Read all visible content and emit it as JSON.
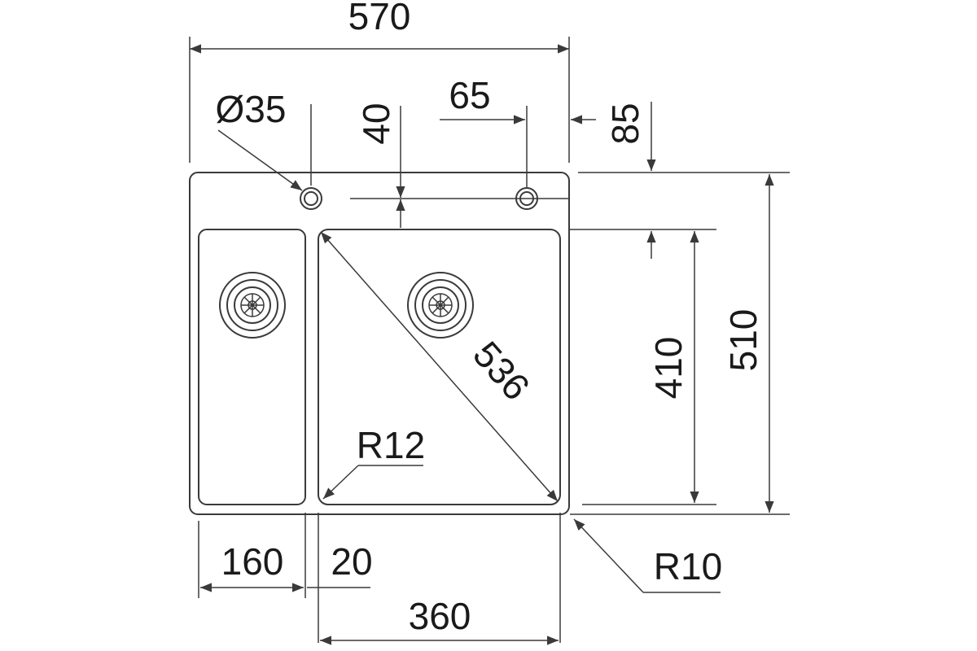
{
  "drawing": {
    "dimensions": {
      "overall_width": "570",
      "tap_hole_diameter": "Ø35",
      "tap_hole_offset_vertical": "40",
      "tap_hole_offset_horizontal": "65",
      "deck_to_bowl_offset": "85",
      "overall_depth": "510",
      "main_bowl_depth": "410",
      "main_bowl_diagonal": "536",
      "main_bowl_inner_radius": "R12",
      "outer_corner_radius": "R10",
      "small_bowl_width": "160",
      "divider_width": "20",
      "main_bowl_width": "360"
    }
  }
}
